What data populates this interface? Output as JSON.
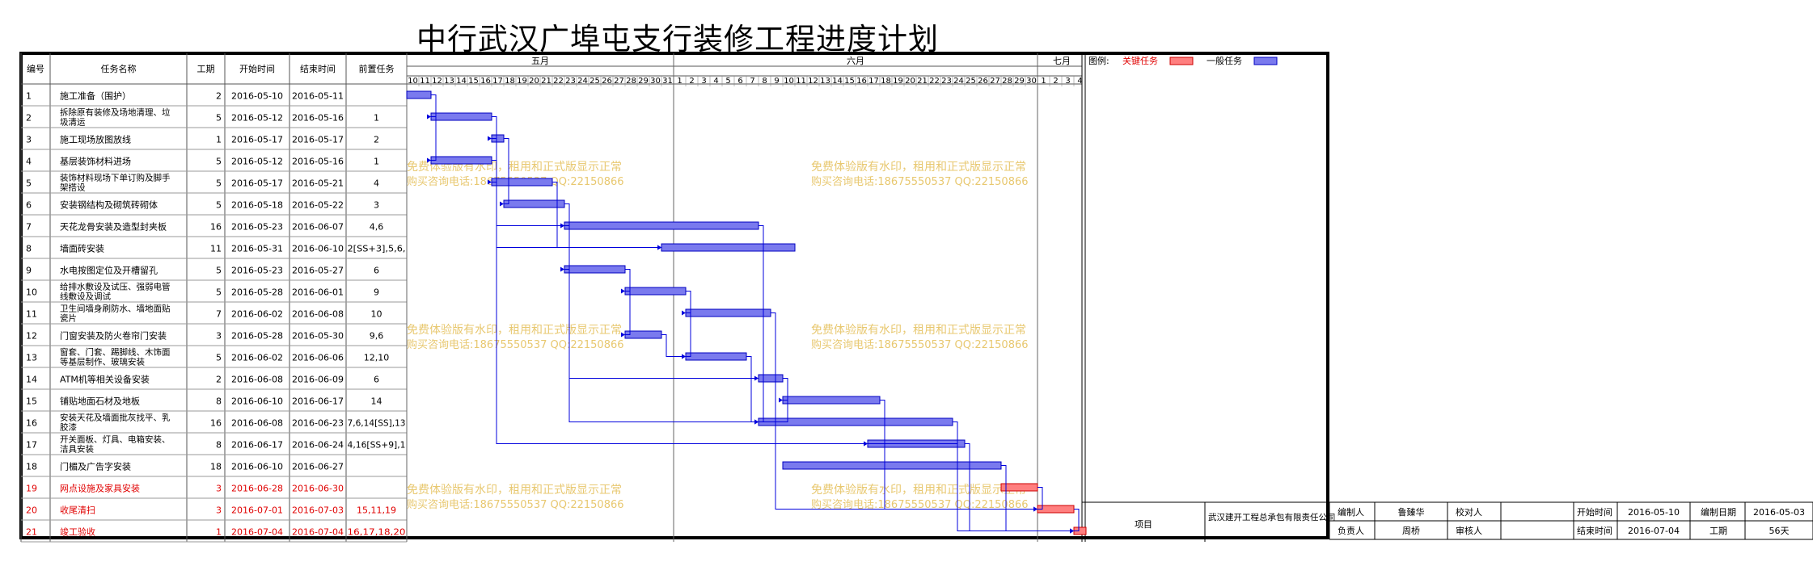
{
  "title": "中行武汉广埠屯支行装修工程进度计划",
  "table": {
    "headers": [
      "编号",
      "任务名称",
      "工期",
      "开始时间",
      "结束时间",
      "前置任务"
    ]
  },
  "legend": {
    "label": "图例:",
    "critical": "关键任务",
    "normal": "一般任务",
    "critical_color": "#ff7f7f",
    "normal_color": "#7a7aee"
  },
  "months": [
    {
      "name": "五月",
      "days": [
        "10",
        "11",
        "12",
        "13",
        "14",
        "15",
        "16",
        "17",
        "18",
        "19",
        "20",
        "21",
        "22",
        "23",
        "24",
        "25",
        "26",
        "27",
        "28",
        "29",
        "30",
        "31"
      ]
    },
    {
      "name": "六月",
      "days": [
        "1",
        "2",
        "3",
        "4",
        "5",
        "6",
        "7",
        "8",
        "9",
        "10",
        "11",
        "12",
        "13",
        "14",
        "15",
        "16",
        "17",
        "18",
        "19",
        "20",
        "21",
        "22",
        "23",
        "24",
        "25",
        "26",
        "27",
        "28",
        "29",
        "30"
      ]
    },
    {
      "name": "七月",
      "days": [
        "1",
        "2",
        "3",
        "4"
      ]
    }
  ],
  "watermark": {
    "line1": "免费体验版有水印，租用和正式版显示正常",
    "line2": "购买咨询电话:18675550537 QQ:22150866",
    "color": "#e8c870"
  },
  "footer": {
    "project_label": "项目",
    "company": "武汉建开工程总承包有限责任公司",
    "author_label": "编制人",
    "author": "鲁臻华",
    "checker_label": "校对人",
    "checker": "",
    "start_label": "开始时间",
    "start": "2016-05-10",
    "date_label": "编制日期",
    "date": "2016-05-03",
    "owner_label": "负责人",
    "owner": "周桥",
    "reviewer_label": "审核人",
    "reviewer": "",
    "end_label": "结束时间",
    "end": "2016-07-04",
    "duration_label": "工期",
    "duration": "56天"
  },
  "chart_data": {
    "type": "gantt",
    "timeline_start": "2016-05-10",
    "timeline_end": "2016-07-04",
    "tasks": [
      {
        "id": "1",
        "name": "施工准备（围护）",
        "duration": "2",
        "start": "2016-05-10",
        "end": "2016-05-11",
        "pred": "",
        "critical": false
      },
      {
        "id": "2",
        "name": "拆除原有装修及场地清理、垃圾清运",
        "duration": "5",
        "start": "2016-05-12",
        "end": "2016-05-16",
        "pred": "1",
        "critical": false
      },
      {
        "id": "3",
        "name": "施工现场放图放线",
        "duration": "1",
        "start": "2016-05-17",
        "end": "2016-05-17",
        "pred": "2",
        "critical": false
      },
      {
        "id": "4",
        "name": "基层装饰材料进场",
        "duration": "5",
        "start": "2016-05-12",
        "end": "2016-05-16",
        "pred": "1",
        "critical": false
      },
      {
        "id": "5",
        "name": "装饰材料现场下单订购及脚手架搭设",
        "duration": "5",
        "start": "2016-05-17",
        "end": "2016-05-21",
        "pred": "4",
        "critical": false
      },
      {
        "id": "6",
        "name": "安装钢结构及砌筑砖砌体",
        "duration": "5",
        "start": "2016-05-18",
        "end": "2016-05-22",
        "pred": "3",
        "critical": false
      },
      {
        "id": "7",
        "name": "天花龙骨安装及造型封夹板",
        "duration": "16",
        "start": "2016-05-23",
        "end": "2016-06-07",
        "pred": "4,6",
        "critical": false
      },
      {
        "id": "8",
        "name": "墙面砖安装",
        "duration": "11",
        "start": "2016-05-31",
        "end": "2016-06-10",
        "pred": "2[SS+3],5,6,",
        "critical": false
      },
      {
        "id": "9",
        "name": "水电按图定位及开槽留孔",
        "duration": "5",
        "start": "2016-05-23",
        "end": "2016-05-27",
        "pred": "6",
        "critical": false
      },
      {
        "id": "10",
        "name": "给排水敷设及试压、强弱电管线敷设及调试",
        "duration": "5",
        "start": "2016-05-28",
        "end": "2016-06-01",
        "pred": "9",
        "critical": false
      },
      {
        "id": "11",
        "name": "卫生间墙身刷防水、墙地面贴瓷片",
        "duration": "7",
        "start": "2016-06-02",
        "end": "2016-06-08",
        "pred": "10",
        "critical": false
      },
      {
        "id": "12",
        "name": "门窗安装及防火卷帘门安装",
        "duration": "3",
        "start": "2016-05-28",
        "end": "2016-05-30",
        "pred": "9,6",
        "critical": false
      },
      {
        "id": "13",
        "name": "窗套、门套、踢脚线、木饰面等基层制作、玻璃安装",
        "duration": "5",
        "start": "2016-06-02",
        "end": "2016-06-06",
        "pred": "12,10",
        "critical": false
      },
      {
        "id": "14",
        "name": "ATM机等相关设备安装",
        "duration": "2",
        "start": "2016-06-08",
        "end": "2016-06-09",
        "pred": "6",
        "critical": false
      },
      {
        "id": "15",
        "name": "铺贴地面石材及地板",
        "duration": "8",
        "start": "2016-06-10",
        "end": "2016-06-17",
        "pred": "14",
        "critical": false
      },
      {
        "id": "16",
        "name": "安装天花及墙面批灰找平、乳胶漆",
        "duration": "16",
        "start": "2016-06-08",
        "end": "2016-06-23",
        "pred": "7,6,14[SS],13",
        "critical": false
      },
      {
        "id": "17",
        "name": "开关面板、灯具、电箱安装、洁具安装",
        "duration": "8",
        "start": "2016-06-17",
        "end": "2016-06-24",
        "pred": "4,16[SS+9],1",
        "critical": false
      },
      {
        "id": "18",
        "name": "门楣及广告字安装",
        "duration": "18",
        "start": "2016-06-10",
        "end": "2016-06-27",
        "pred": "",
        "critical": false
      },
      {
        "id": "19",
        "name": "网点设施及家具安装",
        "duration": "3",
        "start": "2016-06-28",
        "end": "2016-06-30",
        "pred": "",
        "critical": true
      },
      {
        "id": "20",
        "name": "收尾清扫",
        "duration": "3",
        "start": "2016-07-01",
        "end": "2016-07-03",
        "pred": "15,11,19",
        "critical": true
      },
      {
        "id": "21",
        "name": "竣工验收",
        "duration": "1",
        "start": "2016-07-04",
        "end": "2016-07-04",
        "pred": "16,17,18,20",
        "critical": true
      }
    ],
    "links": [
      [
        1,
        2
      ],
      [
        1,
        4
      ],
      [
        2,
        3
      ],
      [
        3,
        6
      ],
      [
        4,
        5
      ],
      [
        4,
        7
      ],
      [
        6,
        7
      ],
      [
        6,
        9
      ],
      [
        5,
        8
      ],
      [
        2,
        8
      ],
      [
        6,
        8
      ],
      [
        9,
        10
      ],
      [
        9,
        12
      ],
      [
        10,
        11
      ],
      [
        10,
        13
      ],
      [
        12,
        13
      ],
      [
        6,
        14
      ],
      [
        14,
        15
      ],
      [
        7,
        16
      ],
      [
        6,
        16
      ],
      [
        14,
        16
      ],
      [
        13,
        16
      ],
      [
        16,
        17
      ],
      [
        4,
        17
      ],
      [
        15,
        20
      ],
      [
        11,
        20
      ],
      [
        19,
        20
      ],
      [
        16,
        21
      ],
      [
        17,
        21
      ],
      [
        18,
        21
      ],
      [
        20,
        21
      ]
    ]
  }
}
